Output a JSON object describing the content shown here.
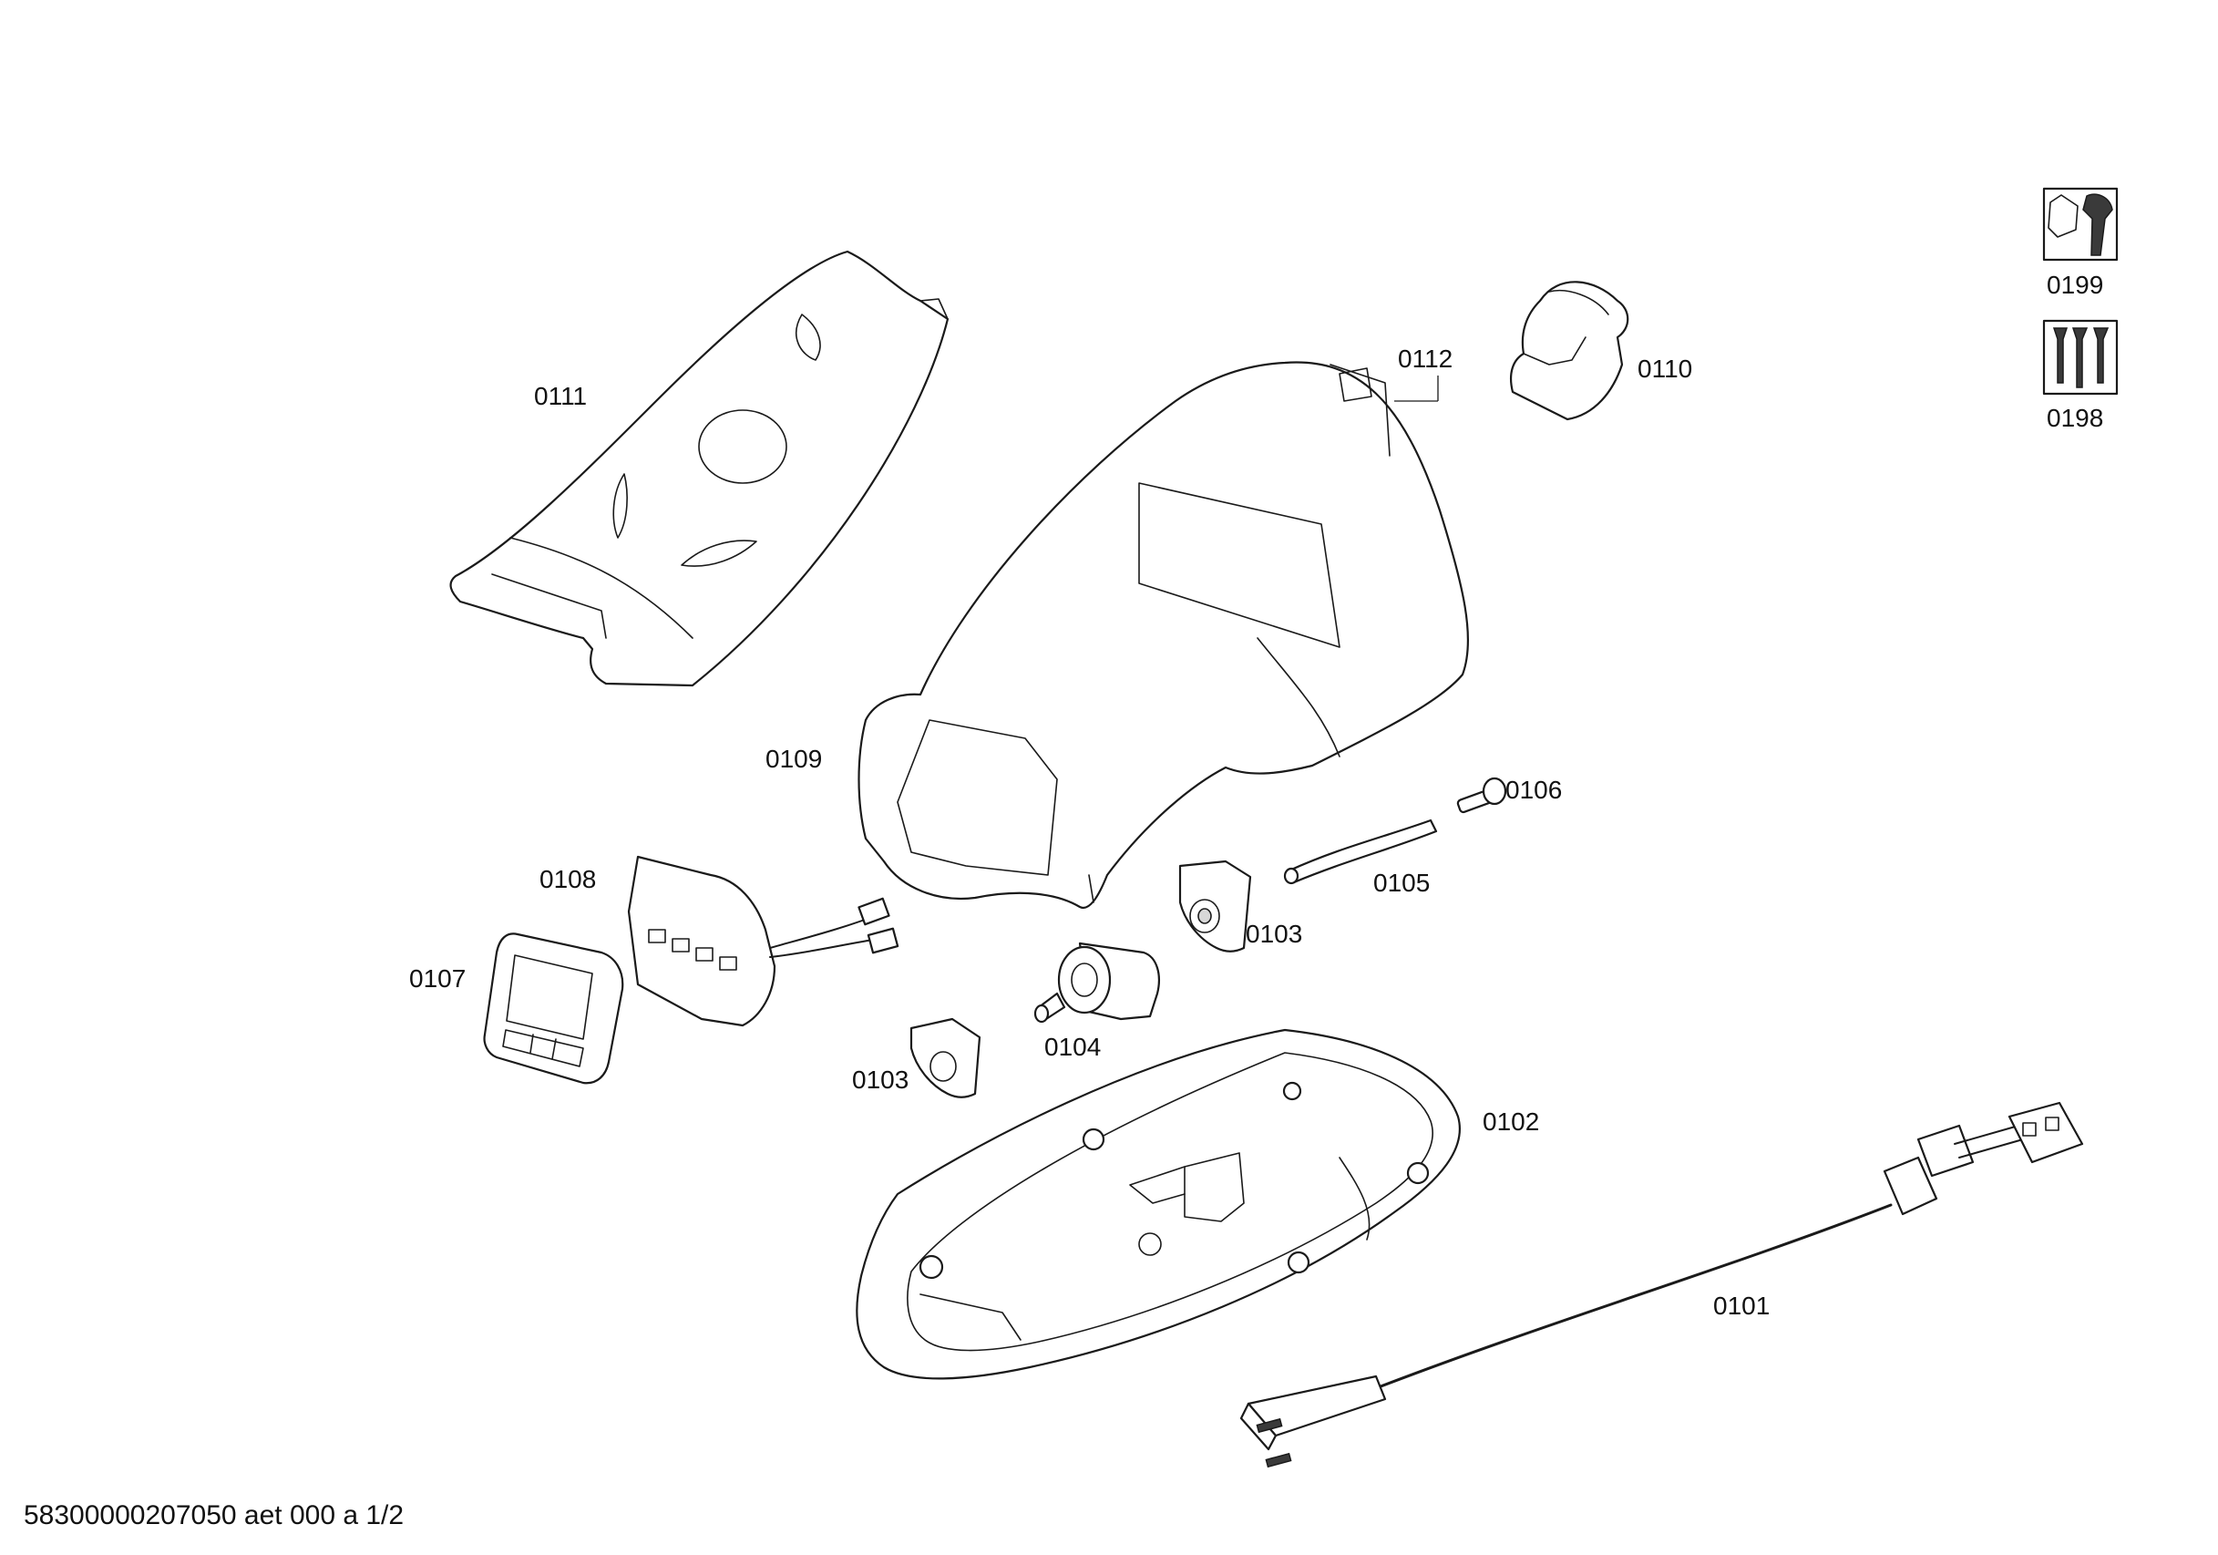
{
  "callouts": {
    "p0111": "0111",
    "p0112": "0112",
    "p0110": "0110",
    "p0199": "0199",
    "p0198": "0198",
    "p0109": "0109",
    "p0106": "0106",
    "p0105": "0105",
    "p0108": "0108",
    "p0103a": "0103",
    "p0107": "0107",
    "p0104": "0104",
    "p0103b": "0103",
    "p0102": "0102",
    "p0101": "0101"
  },
  "icons": {
    "p0199": "wrench-nut-icon",
    "p0198": "screws-icon"
  },
  "footer": {
    "code": "58300000207050 aet 000 a 1/2"
  }
}
